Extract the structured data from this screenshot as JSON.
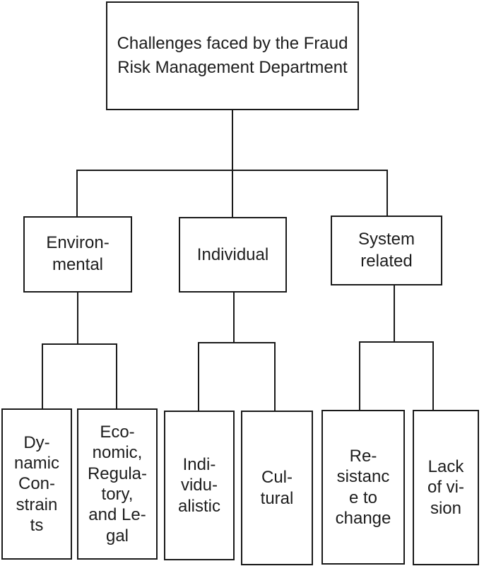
{
  "colors": {
    "line": "#1a1a1a",
    "text": "#1d1d1d",
    "background": "#ffffff"
  },
  "diagram": {
    "type": "hierarchy-tree",
    "root": {
      "label": "Challenges faced by the Fraud\nRisk Management Department",
      "plain_text": "Challenges faced by the Fraud Risk Management Department"
    },
    "branches": [
      {
        "label": "Environ-\nmental",
        "plain_text": "Environmental",
        "children": [
          {
            "label": "Dy-\nnamic\nCon-\nstrain\nts",
            "plain_text": "Dynamic Constraints"
          },
          {
            "label": "Eco-\nnomic,\nRegula-\ntory,\nand Le-\ngal",
            "plain_text": "Economic, Regulatory, and Legal"
          }
        ]
      },
      {
        "label": "Individual",
        "plain_text": "Individual",
        "children": [
          {
            "label": "Indi-\nvidu-\nalistic",
            "plain_text": "Individualistic"
          },
          {
            "label": "Cul-\ntural",
            "plain_text": "Cultural"
          }
        ]
      },
      {
        "label": "System\nrelated",
        "plain_text": "System related",
        "children": [
          {
            "label": "Re-\nsistanc\ne to\nchange",
            "plain_text": "Resistance to change"
          },
          {
            "label": "Lack\nof vi-\nsion",
            "plain_text": "Lack of vision"
          }
        ]
      }
    ]
  }
}
